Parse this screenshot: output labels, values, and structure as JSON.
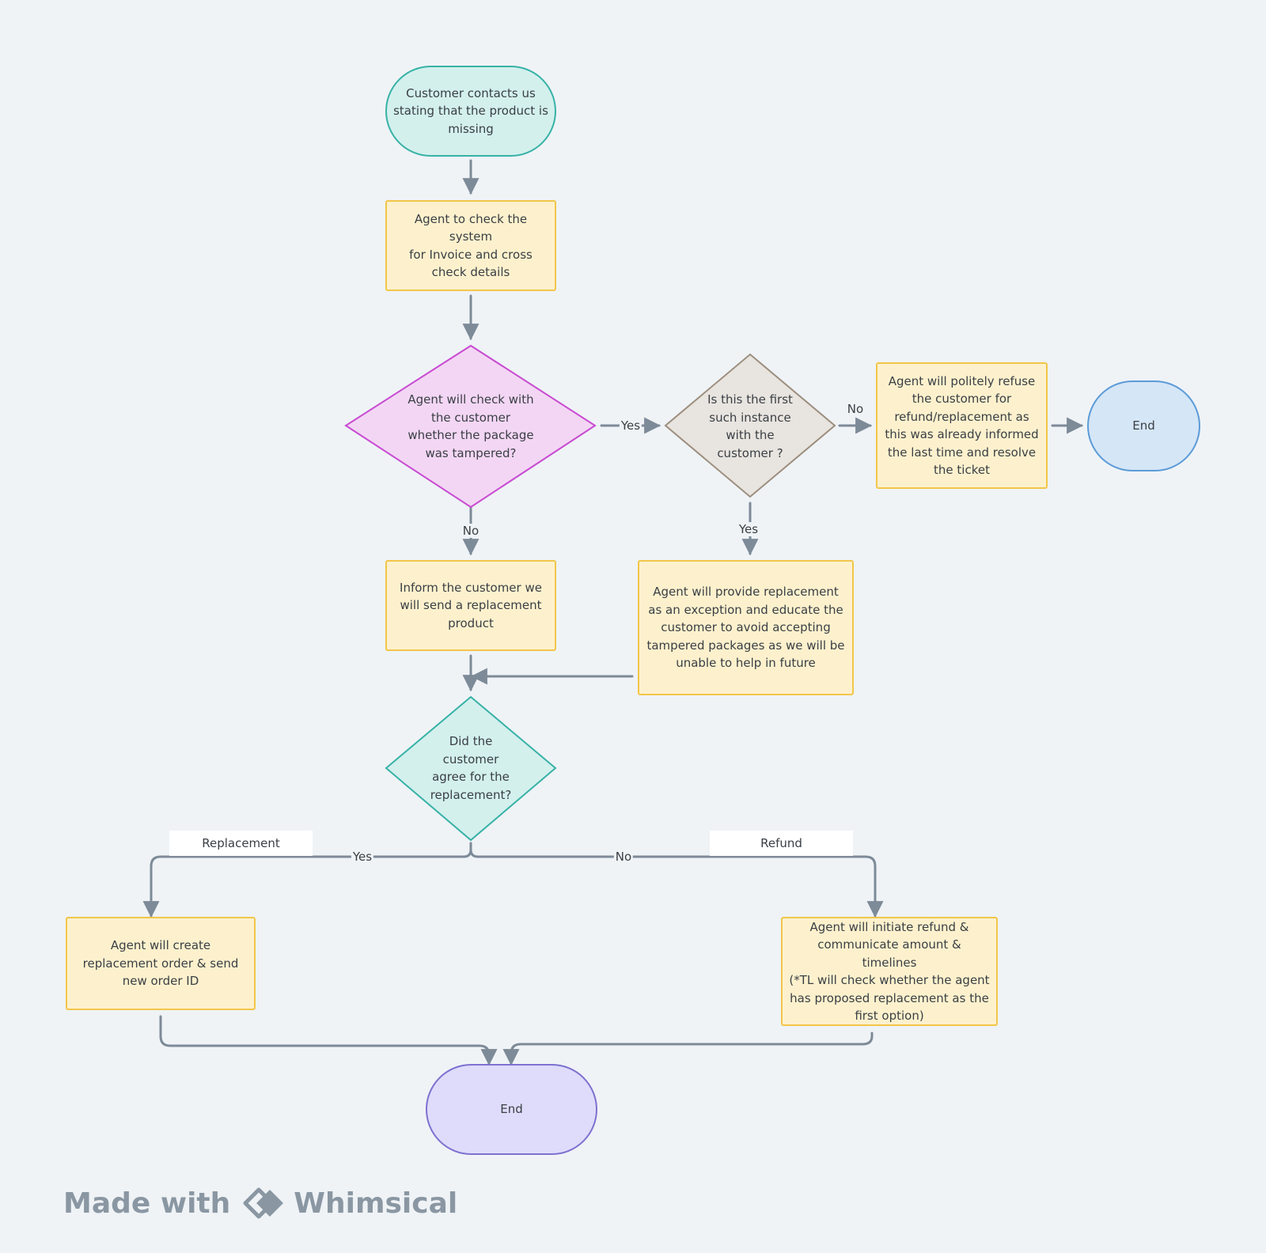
{
  "nodes": {
    "start": "Customer contacts us\nstating that the product is\nmissing",
    "check_system": "Agent to check the system\nfor Invoice and cross\ncheck details",
    "tampered_q": "Agent will check with\nthe customer\nwhether the package\nwas tampered?",
    "first_instance_q": "Is this the first\nsuch instance\nwith the\ncustomer ?",
    "refuse": "Agent will politely refuse\nthe customer for\nrefund/replacement as\nthis was already informed\nthe last time and resolve\nthe ticket",
    "end_right": "End",
    "inform_replacement": "Inform the customer we\nwill send a replacement\nproduct",
    "exception_replacement": "Agent will provide replacement\nas an exception and educate the\ncustomer to avoid accepting\ntampered packages as we will be\nunable to help in future",
    "agree_q": "Did the\ncustomer\nagree for the\nreplacement?",
    "create_order": "Agent will create\nreplacement order & send\nnew order ID",
    "initiate_refund": "Agent will initiate refund &\ncommunicate amount & timelines\n(*TL will check whether the agent\nhas proposed  replacement as the\nfirst option)",
    "end_bottom": "End"
  },
  "edges": {
    "tampered_yes": "Yes",
    "tampered_no": "No",
    "first_no": "No",
    "first_yes": "Yes",
    "agree_yes": "Yes",
    "agree_no": "No"
  },
  "tags": {
    "replacement": "Replacement",
    "refund": "Refund"
  },
  "footer": {
    "made_with": "Made with",
    "brand": "Whimsical"
  },
  "colors": {
    "connector": "#7d8a98",
    "rect_fill": "#fdf1cd",
    "rect_stroke": "#f3c64a",
    "decision_pink_fill": "#f3d6f4",
    "decision_pink_stroke": "#c84bd1",
    "decision_gray_fill": "#e8e4df",
    "decision_gray_stroke": "#9c8e7e",
    "decision_teal_fill": "#d3f0ed",
    "decision_teal_stroke": "#38b2a6"
  }
}
